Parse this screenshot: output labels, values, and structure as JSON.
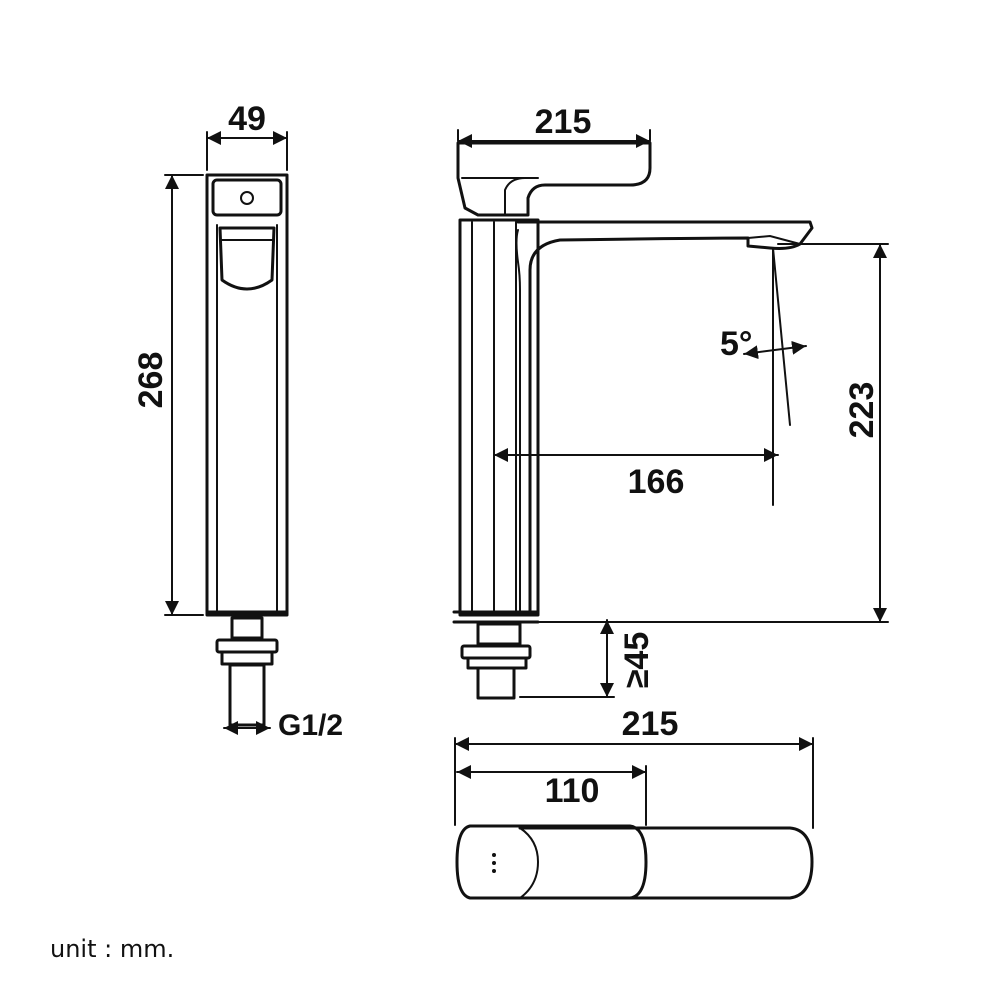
{
  "side_view": {
    "width_label": "49",
    "height_label": "268",
    "thread_label": "G1/2"
  },
  "front_view": {
    "width_label": "215",
    "reach_label": "166",
    "spout_height_label": "223",
    "angle_label": "5°",
    "shank_label": "≥45"
  },
  "top_view": {
    "overall_label": "215",
    "handle_label": "110"
  },
  "unit_label": "unit : mm."
}
